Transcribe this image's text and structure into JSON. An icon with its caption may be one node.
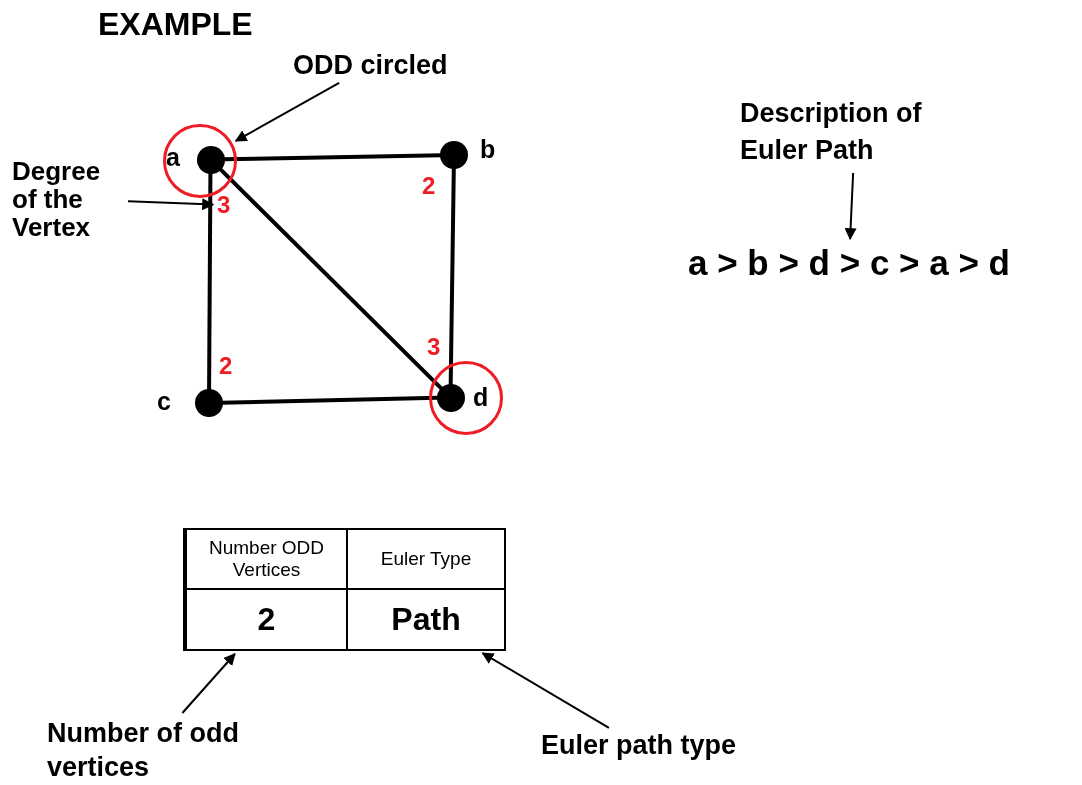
{
  "diagram": {
    "title": "EXAMPLE",
    "nodes": [
      {
        "text": [
          "ODD circled"
        ]
      },
      {
        "text": [],
        "shape": "circle"
      },
      {
        "text": [],
        "shape": "circle",
        "in": 1
      },
      {
        "text": [],
        "shape": "circle",
        "beside": [
          "b",
          "2"
        ]
      },
      {
        "text": [
          "Degree of the Vertex"
        ]
      },
      {
        "text": [
          "3"
        ]
      },
      {
        "text": [
          "Description of Euler Path"
        ]
      },
      {
        "text": [
          "a > b > d > c > a > d"
        ]
      },
      {
        "text": [],
        "shape": "circle",
        "beside": [
          "c",
          "2"
        ]
      },
      {
        "text": [],
        "shape": "circle"
      },
      {
        "text": [],
        "shape": "circle",
        "in": 9,
        "beside": [
          "d"
        ]
      },
      {
        "text": [
          "Number ODD Vertices"
        ]
      },
      {
        "text": [
          "Euler Type"
        ]
      },
      {
        "text": [
          "2"
        ]
      },
      {
        "text": [
          "Path"
        ]
      },
      {
        "text": [
          "Number of odd vertices"
        ]
      },
      {
        "text": [
          "Euler path type"
        ]
      }
    ],
    "edges": [
      {
        "from": 0,
        "to": 1,
        "arrow": "to"
      },
      {
        "from": 4,
        "to": 5,
        "arrow": "to"
      },
      {
        "from": 6,
        "to": 7,
        "arrow": "to"
      },
      {
        "from": 2,
        "to": 3,
        "arrow": "none",
        "style": "thick"
      },
      {
        "from": 2,
        "to": 8,
        "arrow": "none",
        "style": "thick"
      },
      {
        "from": 2,
        "to": 10,
        "arrow": "none",
        "style": "thick"
      },
      {
        "from": 3,
        "to": 10,
        "arrow": "none",
        "style": "thick"
      },
      {
        "from": 8,
        "to": 10,
        "arrow": "none",
        "style": "thick"
      },
      {
        "from": 15,
        "to": 13,
        "arrow": "to"
      },
      {
        "from": 16,
        "to": 14,
        "arrow": "to"
      }
    ],
    "labels": [
      "a",
      "3"
    ]
  }
}
